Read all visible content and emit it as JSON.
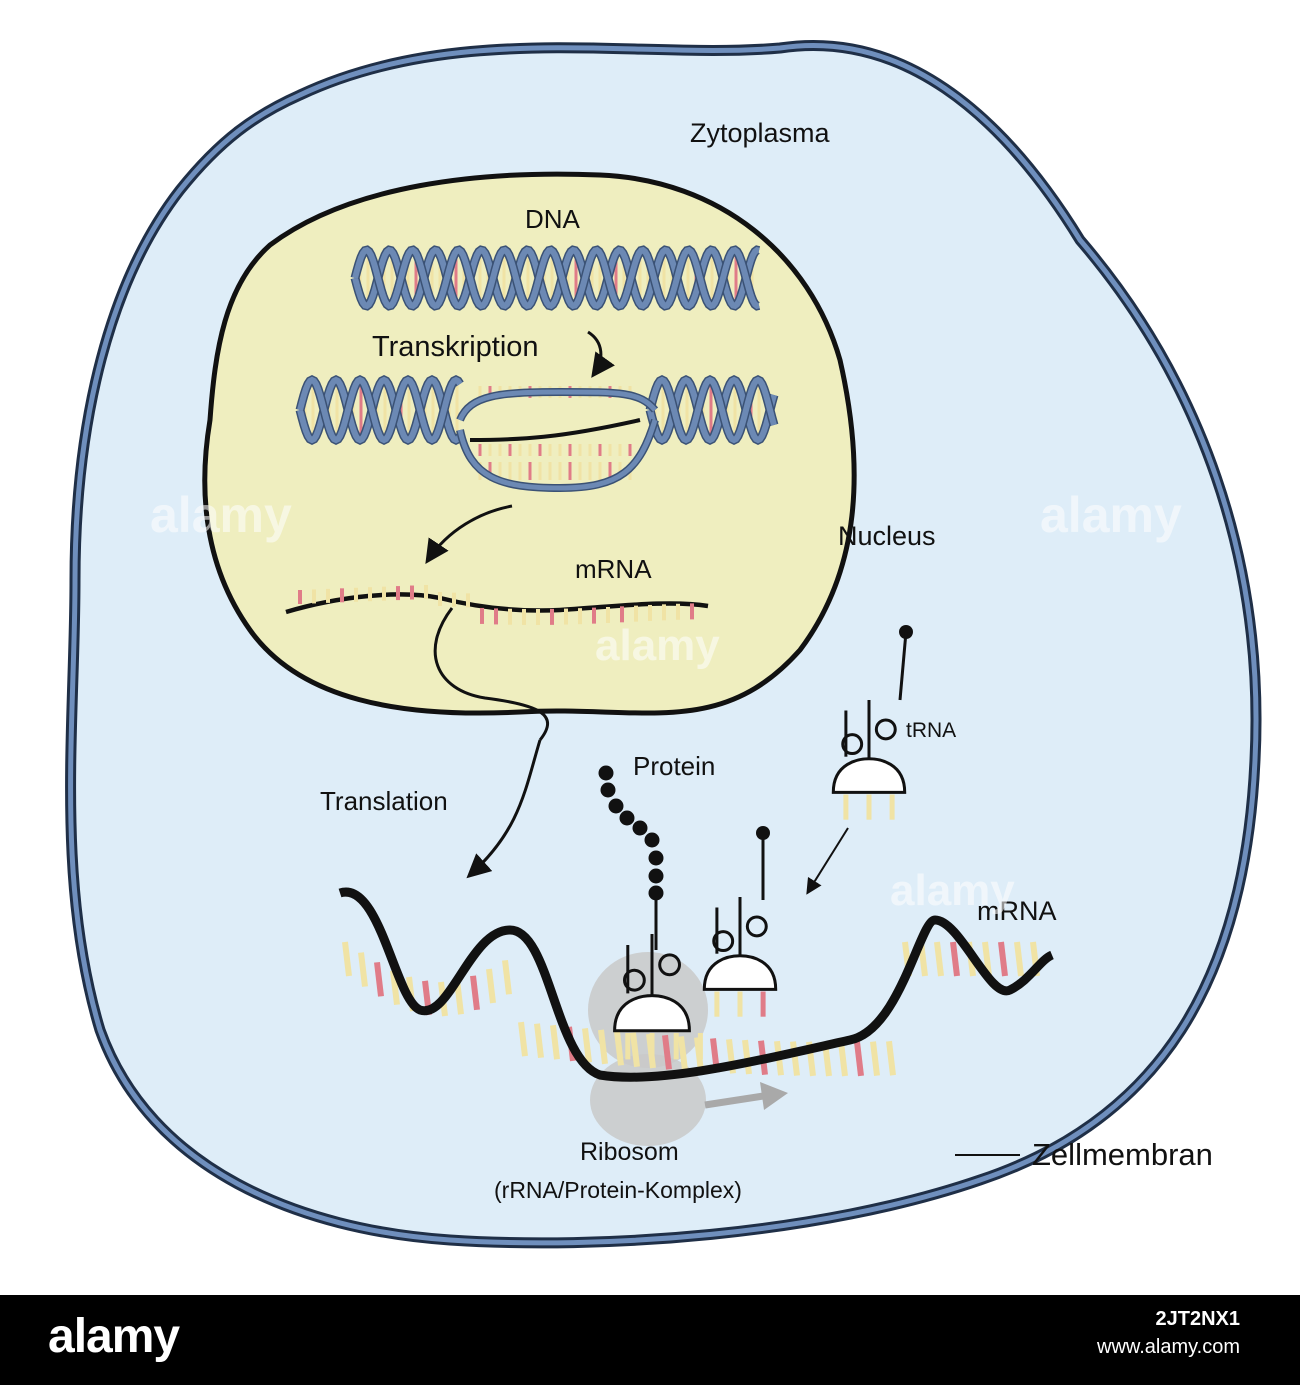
{
  "labels": {
    "cytoplasm": "Zytoplasma",
    "dna": "DNA",
    "transcription": "Transkription",
    "mrna_nucleus": "mRNA",
    "nucleus": "Nucleus",
    "trna": "tRNA",
    "protein": "Protein",
    "translation": "Translation",
    "mrna_cytoplasm": "mRNA",
    "ribosome": "Ribosom",
    "ribosome_detail": "(rRNA/Protein-Komplex)",
    "cell_membrane": "Zellmembran"
  },
  "watermark": {
    "text": "alamy"
  },
  "footer": {
    "logo": "alamy",
    "image_id": "2JT2NX1",
    "url": "www.alamy.com"
  },
  "colors": {
    "cytoplasm_fill": "#deedf8",
    "membrane": "#4f6f9c",
    "nucleus_fill": "#efeebf",
    "dna_strand": "#6c89b4",
    "base_yellow": "#f0e3a5",
    "base_pink": "#e07c88",
    "ribosome": "#c9c9c9"
  }
}
